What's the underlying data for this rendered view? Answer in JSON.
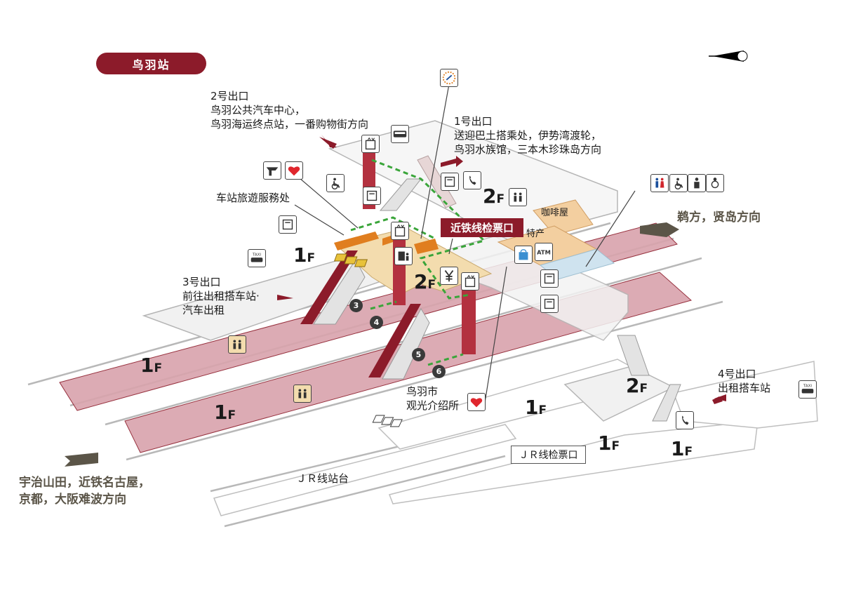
{
  "station": {
    "name": "鸟羽站"
  },
  "labels": {
    "exit2": "2号出口\n鸟羽公共汽车中心，\n鸟羽海运终点站，一番购物街方向",
    "exit1": "1号出口\n送迎巴土搭乘处，伊势湾渡轮，\n鸟羽水族馆，三本木珍珠岛方向",
    "exit3": "3号出口\n前往出租搭车站·\n汽车出租",
    "exit4": "4号出口\n出租搭车站",
    "station_service": "车站旅遊服務处",
    "kintetsu_gate": "近铁线检票口",
    "jr_gate": "ＪＲ线检票口",
    "jr_platform": "ＪＲ线站台",
    "tourist_info": "鸟羽市\n观光介绍所",
    "cafe": "咖啡屋",
    "souvenir": "特产",
    "atm": "ATM"
  },
  "directions": {
    "ugata": "鹈方，贤岛方向",
    "ujiyamada": "宇治山田，近铁名古屋，\n京都，大阪难波方向"
  },
  "floors": [
    {
      "id": "f1",
      "num": "1",
      "suffix": "F"
    },
    {
      "id": "f2",
      "num": "2",
      "suffix": "F"
    },
    {
      "id": "f3",
      "num": "1",
      "suffix": "F"
    },
    {
      "id": "f4",
      "num": "1",
      "suffix": "F"
    },
    {
      "id": "f5",
      "num": "2",
      "suffix": "F"
    },
    {
      "id": "f6",
      "num": "2",
      "suffix": "F"
    },
    {
      "id": "f7",
      "num": "1",
      "suffix": "F"
    },
    {
      "id": "f8",
      "num": "1",
      "suffix": "F"
    },
    {
      "id": "f9",
      "num": "1",
      "suffix": "F"
    }
  ],
  "markers": [
    "3",
    "4",
    "5",
    "6"
  ],
  "colors": {
    "kintetsu_red": "#8c1b2a",
    "platform_pink": "#d9a3ac",
    "concourse_tan": "#f3dcae",
    "elevator_route": "#3aa53a",
    "direction_text": "#5b5548",
    "info_orange": "#e07e1f"
  },
  "icons": [
    "elevator-icon",
    "bus-icon",
    "telephone-icon",
    "locker-icon",
    "wheelchair-icon",
    "restroom-icon",
    "baby-icon",
    "taxi-icon",
    "yen-icon",
    "ticket-machine-icon",
    "tourist-info-icon",
    "compass-icon"
  ]
}
